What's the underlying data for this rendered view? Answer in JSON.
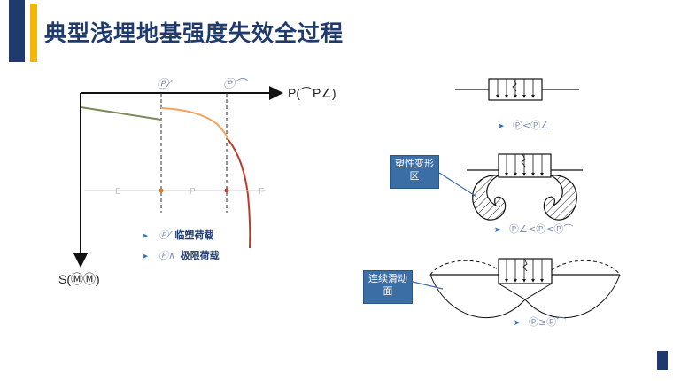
{
  "title": "典型浅埋地基强度失效全过程",
  "graph": {
    "p_cr_label": "Ⓟ⁄",
    "p_u_label": "Ⓟ⌒",
    "x_axis_label": "P(⌒P∠)",
    "y_axis_label": "S(ⓂⓂ)",
    "stage_e": "E",
    "stage_p": "P",
    "stage_f": "F"
  },
  "bullets": [
    {
      "symbol": "Ⓟ⁄",
      "label": "临塑荷载"
    },
    {
      "symbol": "Ⓟ∧",
      "label": "极限荷载"
    }
  ],
  "conditions": {
    "c1": "Ⓟ<Ⓟ∠",
    "c2": "Ⓟ∠<Ⓟ<Ⓟ⌒",
    "c3": "Ⓟ≥Ⓟ⌒"
  },
  "callouts": {
    "plastic_zone": "塑性变形区",
    "slip_surface": "连续滑动面"
  },
  "colors": {
    "navy": "#1f3b6e",
    "gold": "#f2b705",
    "elastic": "#7a8a5a",
    "plastic": "#f4a460",
    "failure": "#c0392b",
    "callout": "#3c6ea6"
  }
}
